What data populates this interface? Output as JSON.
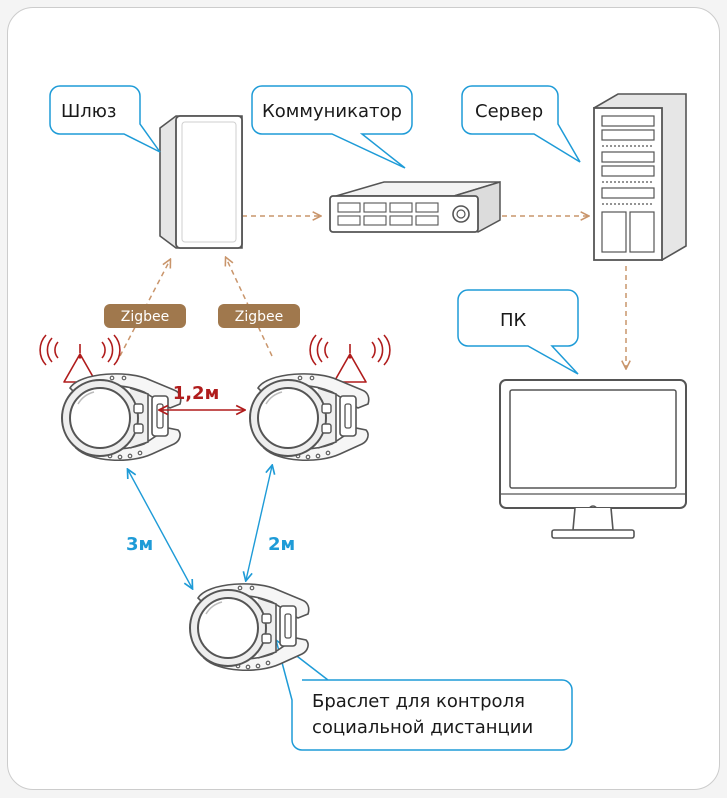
{
  "labels": {
    "gateway": "Шлюз",
    "communicator": "Коммуникатор",
    "server": "Сервер",
    "pc": "ПК",
    "bracelet_line1": "Браслет для контроля",
    "bracelet_line2": "социальной дистанции",
    "zigbee_left": "Zigbee",
    "zigbee_right": "Zigbee"
  },
  "distances": {
    "between_top": "1,2м",
    "left_diagonal": "3м",
    "right_diagonal": "2м"
  },
  "colors": {
    "callout_border": "#1e9bd7",
    "zigbee_tag": "#a0784d",
    "arrow_brown": "#c9956b",
    "alert_red": "#b01c1c",
    "distance_blue": "#1e9bd7",
    "device_stroke": "#555555"
  }
}
